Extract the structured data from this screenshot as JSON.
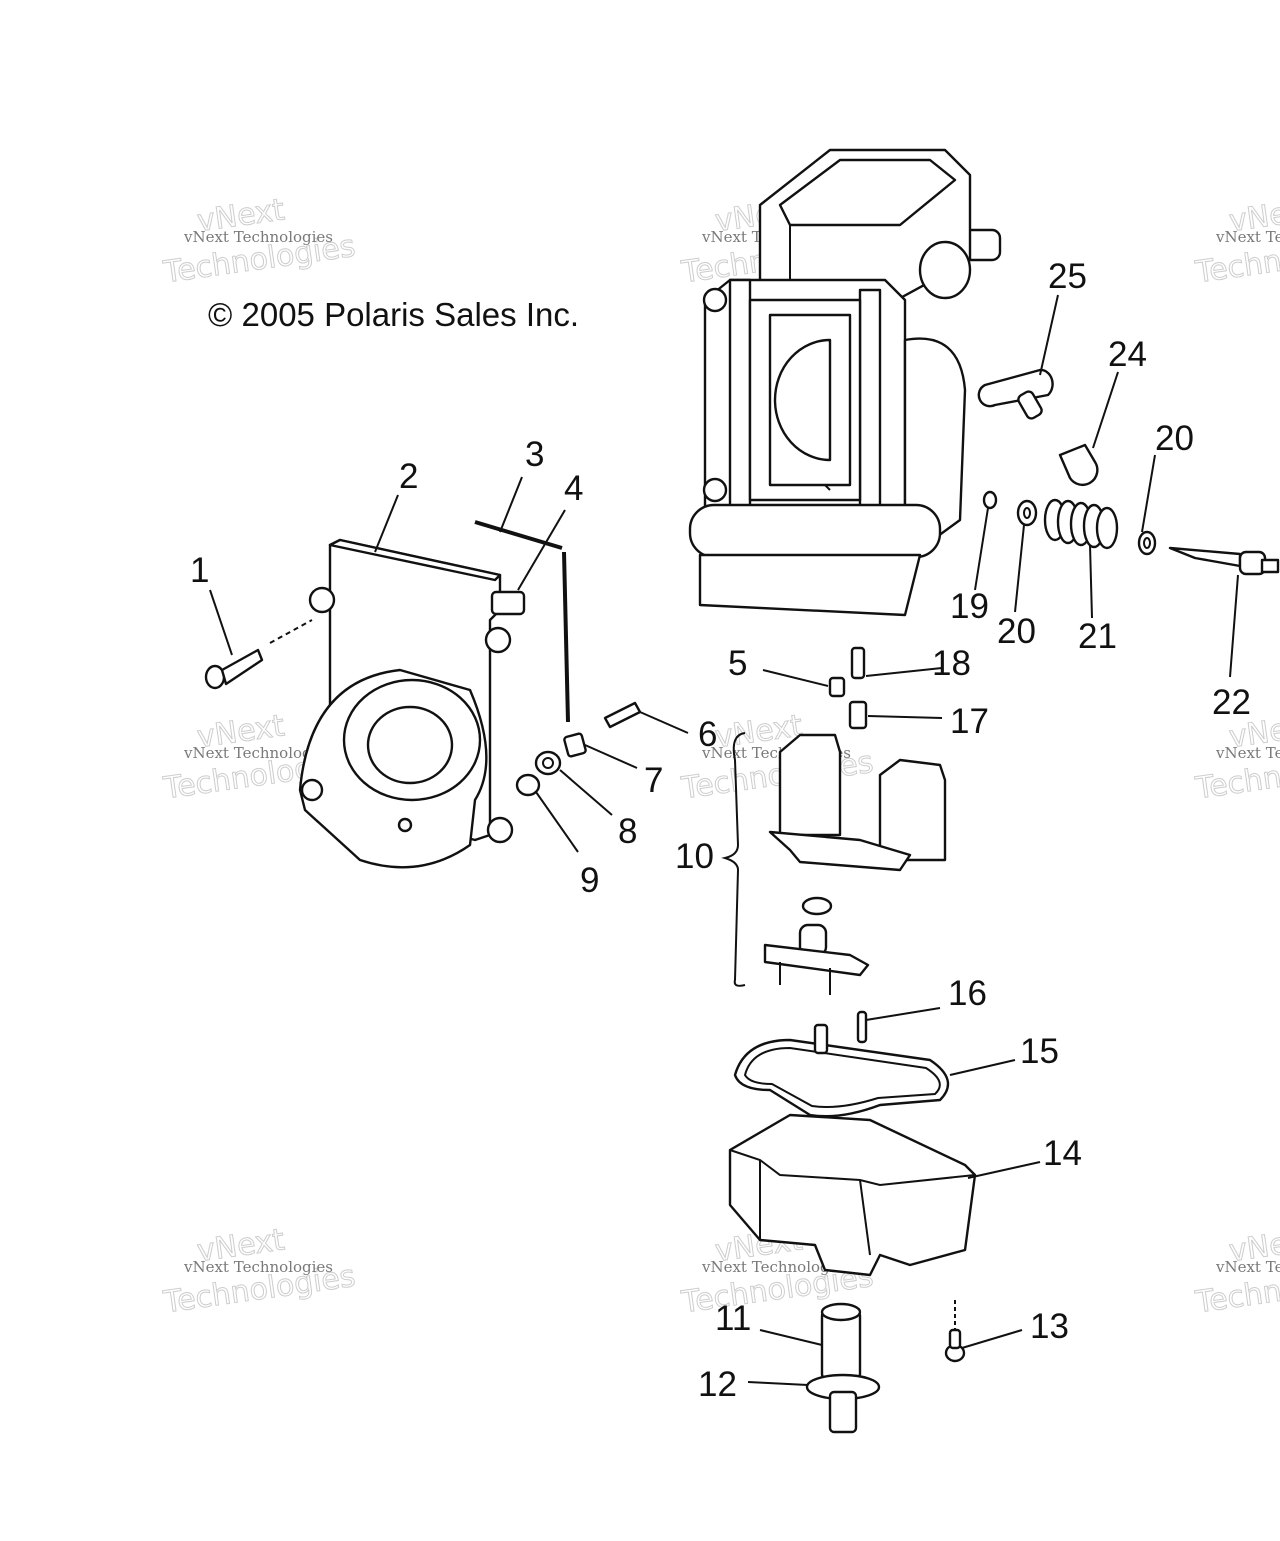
{
  "copyright": "© 2005 Polaris Sales Inc.",
  "watermark": {
    "line1": "vNext Technologies",
    "line2": "Technologies",
    "line3": "vNext"
  },
  "callouts": [
    {
      "id": "1",
      "text": "1"
    },
    {
      "id": "2",
      "text": "2"
    },
    {
      "id": "3",
      "text": "3"
    },
    {
      "id": "4",
      "text": "4"
    },
    {
      "id": "5",
      "text": "5"
    },
    {
      "id": "6",
      "text": "6"
    },
    {
      "id": "7",
      "text": "7"
    },
    {
      "id": "8",
      "text": "8"
    },
    {
      "id": "9",
      "text": "9"
    },
    {
      "id": "10",
      "text": "10"
    },
    {
      "id": "11",
      "text": "11"
    },
    {
      "id": "12",
      "text": "12"
    },
    {
      "id": "13",
      "text": "13"
    },
    {
      "id": "14",
      "text": "14"
    },
    {
      "id": "15",
      "text": "15"
    },
    {
      "id": "16",
      "text": "16"
    },
    {
      "id": "17",
      "text": "17"
    },
    {
      "id": "18",
      "text": "18"
    },
    {
      "id": "19",
      "text": "19"
    },
    {
      "id": "20a",
      "text": "20"
    },
    {
      "id": "20b",
      "text": "20"
    },
    {
      "id": "21",
      "text": "21"
    },
    {
      "id": "22",
      "text": "22"
    },
    {
      "id": "24",
      "text": "24"
    },
    {
      "id": "25",
      "text": "25"
    }
  ]
}
